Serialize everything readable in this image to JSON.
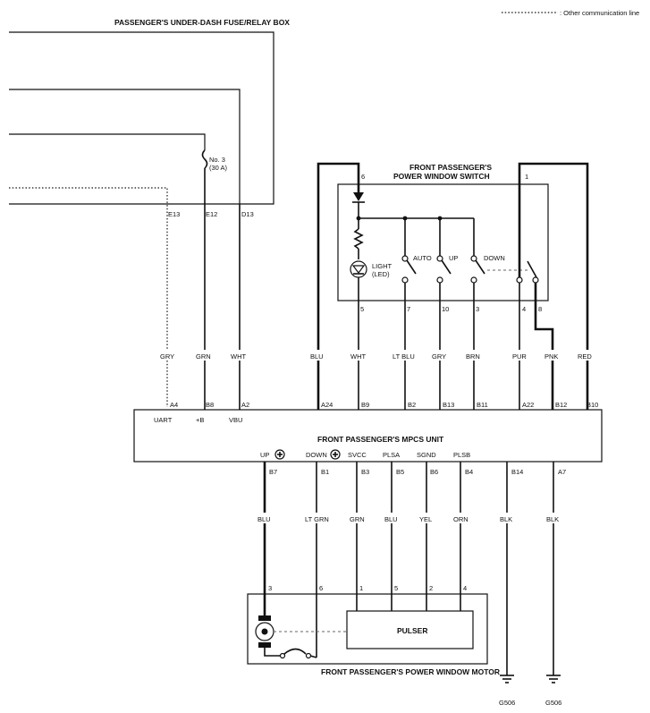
{
  "legend": {
    "text": ": Other communication line"
  },
  "fuse_box": {
    "title": "PASSENGER'S UNDER-DASH FUSE/RELAY BOX",
    "fuse_label_1": "No. 3",
    "fuse_label_2": "(30 A)",
    "pins": [
      "E13",
      "E12",
      "D13"
    ]
  },
  "switch": {
    "title_1": "FRONT PASSENGER'S",
    "title_2": "POWER WINDOW SWITCH",
    "light_1": "LIGHT",
    "light_2": "(LED)",
    "contacts": [
      "AUTO",
      "UP",
      "DOWN"
    ],
    "top_pins": [
      "6",
      "1"
    ],
    "bottom_pins": [
      "5",
      "7",
      "10",
      "3",
      "4",
      "8"
    ]
  },
  "upper_wires": [
    "GRY",
    "GRN",
    "WHT",
    "BLU",
    "WHT",
    "LT BLU",
    "GRY",
    "BRN",
    "PUR",
    "PNK",
    "RED"
  ],
  "unit": {
    "title": "FRONT PASSENGER'S MPCS UNIT",
    "top_pins": [
      "A4",
      "B8",
      "A2",
      "A24",
      "B9",
      "B2",
      "B13",
      "B11",
      "A22",
      "B12",
      "B10"
    ],
    "top_terms": [
      "UART",
      "+B",
      "VBU"
    ],
    "bottom_terms": [
      "UP",
      "DOWN",
      "SVCC",
      "PLSA",
      "SGND",
      "PLSB"
    ],
    "bottom_pins": [
      "B7",
      "B1",
      "B3",
      "B5",
      "B6",
      "B4",
      "B14",
      "A7"
    ]
  },
  "lower_wires": [
    "BLU",
    "LT GRN",
    "GRN",
    "BLU",
    "YEL",
    "ORN",
    "BLK",
    "BLK"
  ],
  "motor": {
    "title": "FRONT PASSENGER'S POWER WINDOW MOTOR",
    "pins": [
      "3",
      "6",
      "1",
      "5",
      "2",
      "4"
    ],
    "pulser": "PULSER"
  },
  "grounds": [
    "G506",
    "G506"
  ]
}
